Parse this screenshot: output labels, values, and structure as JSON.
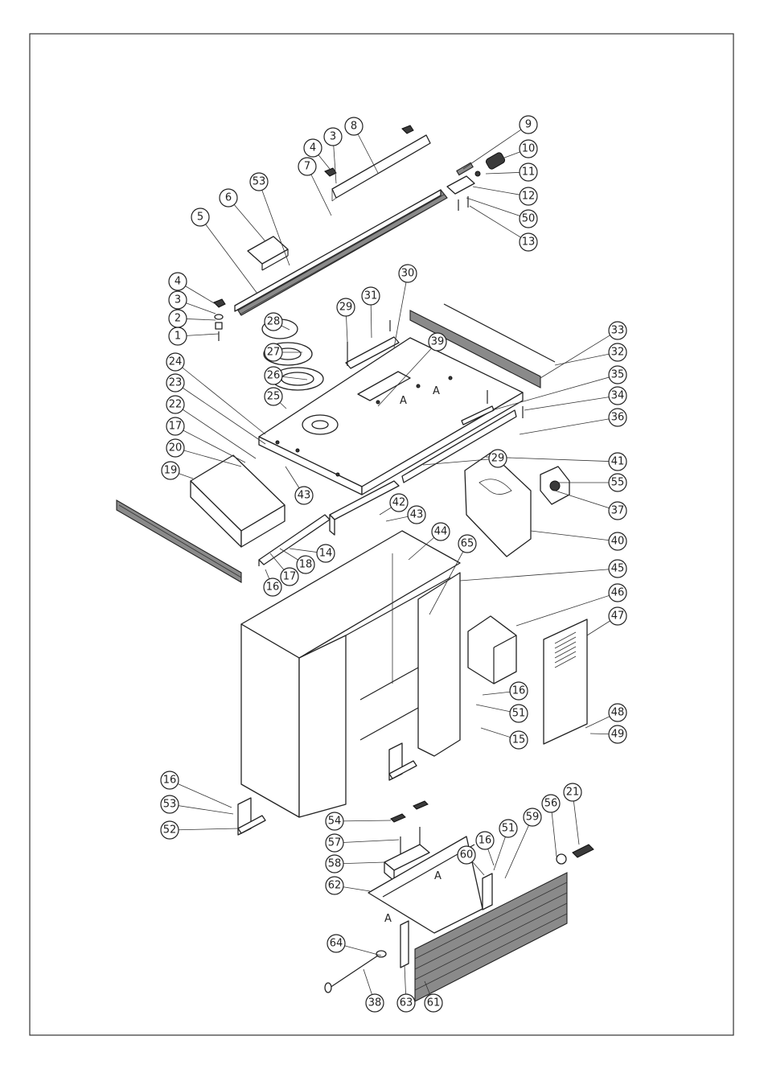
{
  "callouts": [
    {
      "label": "1"
    },
    {
      "label": "2"
    },
    {
      "label": "3"
    },
    {
      "label": "4"
    },
    {
      "label": "5"
    },
    {
      "label": "6"
    },
    {
      "label": "53"
    },
    {
      "label": "7"
    },
    {
      "label": "4"
    },
    {
      "label": "3"
    },
    {
      "label": "8"
    },
    {
      "label": "9"
    },
    {
      "label": "10"
    },
    {
      "label": "11"
    },
    {
      "label": "12"
    },
    {
      "label": "50"
    },
    {
      "label": "13"
    },
    {
      "label": "28"
    },
    {
      "label": "27"
    },
    {
      "label": "26"
    },
    {
      "label": "29"
    },
    {
      "label": "31"
    },
    {
      "label": "30"
    },
    {
      "label": "39"
    },
    {
      "label": "33"
    },
    {
      "label": "32"
    },
    {
      "label": "35"
    },
    {
      "label": "34"
    },
    {
      "label": "36"
    },
    {
      "label": "24"
    },
    {
      "label": "23"
    },
    {
      "label": "22"
    },
    {
      "label": "17"
    },
    {
      "label": "20"
    },
    {
      "label": "19"
    },
    {
      "label": "25"
    },
    {
      "label": "43"
    },
    {
      "label": "29"
    },
    {
      "label": "41"
    },
    {
      "label": "55"
    },
    {
      "label": "37"
    },
    {
      "label": "40"
    },
    {
      "label": "42"
    },
    {
      "label": "43"
    },
    {
      "label": "44"
    },
    {
      "label": "14"
    },
    {
      "label": "18"
    },
    {
      "label": "17"
    },
    {
      "label": "16"
    },
    {
      "label": "65"
    },
    {
      "label": "45"
    },
    {
      "label": "46"
    },
    {
      "label": "47"
    },
    {
      "label": "16"
    },
    {
      "label": "51"
    },
    {
      "label": "15"
    },
    {
      "label": "48"
    },
    {
      "label": "49"
    },
    {
      "label": "16"
    },
    {
      "label": "53"
    },
    {
      "label": "52"
    },
    {
      "label": "54"
    },
    {
      "label": "57"
    },
    {
      "label": "58"
    },
    {
      "label": "62"
    },
    {
      "label": "64"
    },
    {
      "label": "38"
    },
    {
      "label": "63"
    },
    {
      "label": "61"
    },
    {
      "label": "60"
    },
    {
      "label": "16"
    },
    {
      "label": "51"
    },
    {
      "label": "59"
    },
    {
      "label": "56"
    },
    {
      "label": "21"
    }
  ],
  "section_markers": [
    "A",
    "A",
    "A",
    "A"
  ]
}
